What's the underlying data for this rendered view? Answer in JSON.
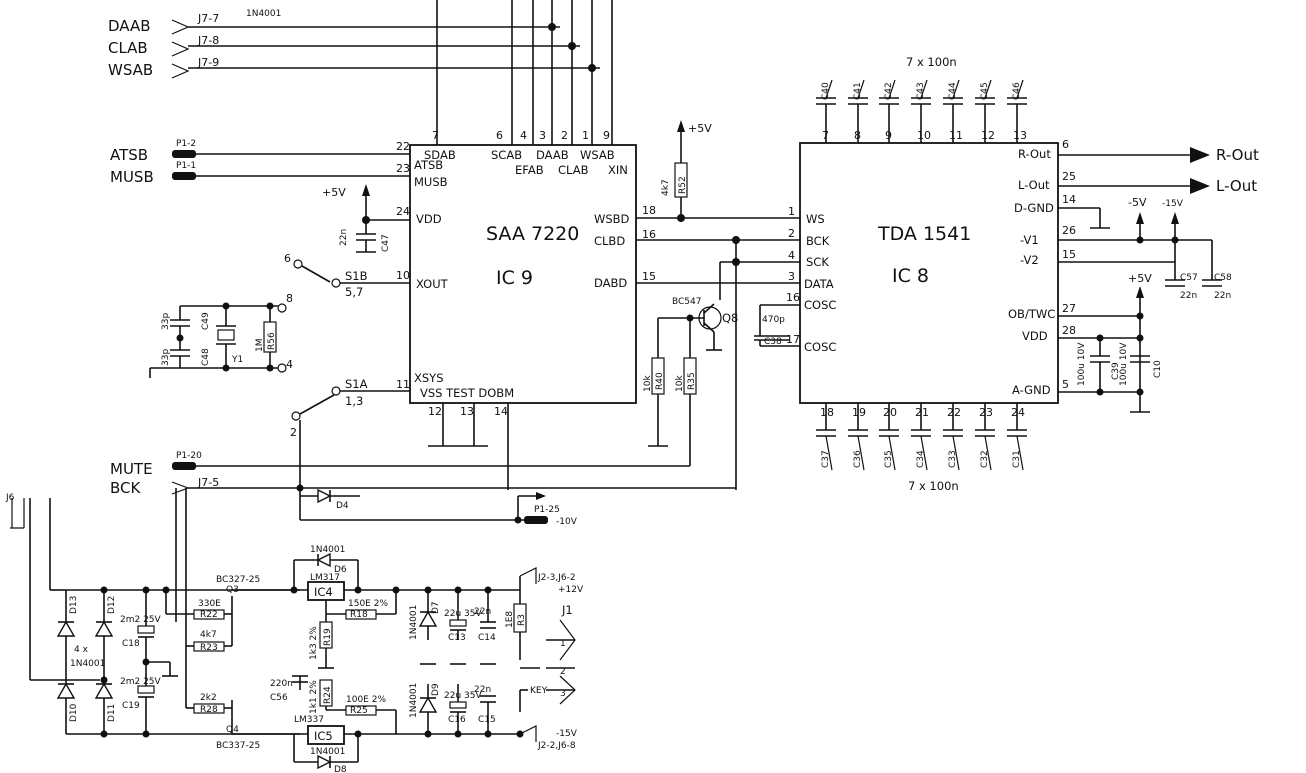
{
  "signals": {
    "daab": "DAAB",
    "clab": "CLAB",
    "wsab": "WSAB",
    "atsb": "ATSB",
    "musb": "MUSB",
    "mute": "MUTE",
    "bck": "BCK",
    "r_out": "R-Out",
    "l_out": "L-Out",
    "plus5v_a": "+5V",
    "plus5v_b": "+5V",
    "plus5v_c": "+5V",
    "minus5v": "-5V",
    "minus15v": "-15V",
    "minus10v": "-10V",
    "plus12v": "+12V",
    "minus15v_b": "-15V",
    "key": "KEY",
    "n1n4001_top": "1N4001"
  },
  "connectors": {
    "j7_7": "J7-7",
    "j7_8": "J7-8",
    "j7_9": "J7-9",
    "j7_5": "J7-5",
    "p1_2": "P1-2",
    "p1_1": "P1-1",
    "p1_20": "P1-20",
    "p1_25": "P1-25",
    "j2_top": "J2-3,J6-2",
    "j2_bot": "J2-2,J6-8",
    "j1": "J1",
    "j1_pin1": "1",
    "j1_pin2": "2",
    "j1_pin3": "3",
    "j6": "J6"
  },
  "ic9": {
    "name": "SAA 7220",
    "ref": "IC 9",
    "top_pins": [
      "7",
      "6",
      "4",
      "3",
      "2",
      "1",
      "9"
    ],
    "top_labels_a": [
      "SDAB",
      "SCAB",
      "DAAB",
      "WSAB"
    ],
    "top_labels_b": [
      "EFAB",
      "CLAB",
      "XIN"
    ],
    "left_pins": [
      "22",
      "23",
      "24",
      "10",
      "11"
    ],
    "left_labels": [
      "ATSB",
      "MUSB",
      "VDD",
      "XOUT",
      "XSYS"
    ],
    "right_pins": [
      "18",
      "16",
      "15"
    ],
    "right_labels": [
      "WSBD",
      "CLBD",
      "DABD"
    ],
    "bottom_pins": [
      "12",
      "13",
      "14"
    ],
    "bottom_labels": "VSS TEST DOBM"
  },
  "ic8": {
    "name": "TDA 1541",
    "ref": "IC 8",
    "top_caps_label": "7 x 100n",
    "bottom_caps_label": "7 x 100n",
    "top_caps": [
      "C40",
      "C41",
      "C42",
      "C43",
      "C44",
      "C45",
      "C46"
    ],
    "top_pins": [
      "7",
      "8",
      "9",
      "10",
      "11",
      "12",
      "13"
    ],
    "bottom_caps": [
      "C37",
      "C36",
      "C35",
      "C34",
      "C33",
      "C32",
      "C31"
    ],
    "bottom_pins": [
      "18",
      "19",
      "20",
      "21",
      "22",
      "23",
      "24"
    ],
    "left_pins": [
      "1",
      "2",
      "4",
      "3",
      "16",
      "17"
    ],
    "left_labels": [
      "WS",
      "BCK",
      "SCK",
      "DATA",
      "COSC",
      "COSC"
    ],
    "right_pins": [
      "6",
      "25",
      "14",
      "26",
      "15",
      "27",
      "28",
      "5"
    ],
    "right_labels": [
      "R-Out",
      "L-Out",
      "D-GND",
      "-V1",
      "-V2",
      "OB/TWC",
      "VDD",
      "A-GND"
    ]
  },
  "parts": {
    "r52": "R52",
    "r52_val": "4k7",
    "r40": "R40",
    "r40_val": "10k",
    "r35": "R35",
    "r35_val": "10k",
    "q8": "Q8",
    "q8_type": "BC547",
    "c38": "C38",
    "c38_val": "470p",
    "c47": "C47",
    "c47_val": "22n",
    "c48": "C48",
    "c48_val": "33p",
    "c49": "C49",
    "c49_val": "33p",
    "y1": "Y1",
    "r56": "R56",
    "r56_val": "1M",
    "s1b": "S1B",
    "s1b_pos": "5,7",
    "s1a": "S1A",
    "s1a_pos": "1,3",
    "sw_6": "6",
    "sw_8": "8",
    "sw_4": "4",
    "sw_2": "2",
    "c57": "C57",
    "c57_val": "22n",
    "c58": "C58",
    "c58_val": "22n",
    "c39": "C39",
    "c39_val": "100u 10V",
    "c10": "C10",
    "c10_val": "100u 10V",
    "d4": "D4",
    "d13": "D13",
    "d12": "D12",
    "d10": "D10",
    "d11": "D11",
    "diodes4": "4 x",
    "diodes_type": "1N4001",
    "c18": "C18",
    "c18_val": "2m2 25V",
    "c19": "C19",
    "c19_val": "2m2 25V",
    "q3": "Q3",
    "q3_type": "BC327-25",
    "q4": "Q4",
    "q4_type": "BC337-25",
    "r22": "R22",
    "r22_val": "330E",
    "r23": "R23",
    "r23_val": "4k7",
    "r28": "R28",
    "r28_val": "2k2",
    "ic4": "IC4",
    "ic4_type": "LM317",
    "ic5": "IC5",
    "ic5_type": "LM337",
    "d6": "D6",
    "d6_type": "1N4001",
    "d8": "D8",
    "d8_type": "1N4001",
    "r18": "R18",
    "r18_val": "150E 2%",
    "r25": "R25",
    "r25_val": "100E 2%",
    "r19": "R19",
    "r19_val": "1k3 2%",
    "r24": "R24",
    "r24_val": "1k1 2%",
    "c56": "C56",
    "c56_val": "220n",
    "d7": "D7",
    "d7_type": "1N4001",
    "d9": "D9",
    "d9_type": "1N4001",
    "c13": "C13",
    "c13_val": "22u 35V",
    "c16": "C16",
    "c16_val": "22u 35V",
    "c14": "C14",
    "c14_val": "22n",
    "c15": "C15",
    "c15_val": "22n",
    "r3": "R3",
    "r3_val": "1E8"
  }
}
